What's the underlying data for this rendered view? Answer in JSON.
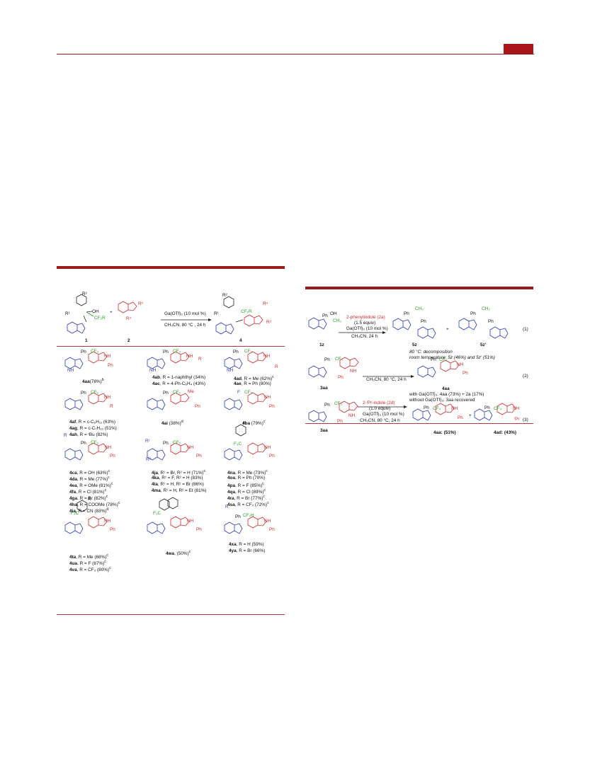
{
  "scheme2": {
    "reaction": {
      "reagent1": "1",
      "plus": "+",
      "reagent2": "2",
      "product": "4",
      "conditions_top": "Ga(OTf)₃ (10 mol %)",
      "conditions_bottom": "CH₃CN, 80 °C , 24 h",
      "sub_R1": "R¹",
      "sub_R2": "R²",
      "sub_R3": "R³",
      "sub_R4": "R⁴",
      "sub_OH": "OH",
      "sub_CF2R": "CF₂R",
      "sub_N": "N",
      "sub_H": "H"
    },
    "items": [
      {
        "id": "4aa",
        "text": "(78%)",
        "note": "b"
      },
      {
        "id": "4ab",
        "text": ", R = 1-naphthyl (34%)"
      },
      {
        "id": "4ac",
        "text": ", R = 4-Ph-C₆H₄ (43%)"
      },
      {
        "id": "4ad",
        "text": ", R = Me (62%)",
        "note": "c"
      },
      {
        "id": "4ae",
        "text": ", R = Ph (80%)"
      },
      {
        "id": "4af",
        "text": ", R = c-C₆H₁₁ (63%)"
      },
      {
        "id": "4ag",
        "text": ", R = c-C₇H₁₃ (51%)"
      },
      {
        "id": "4ah",
        "text": ", R = ᵗBu (82%)"
      },
      {
        "id": "4ai",
        "text": " (38%)",
        "note": "d"
      },
      {
        "id": "4ba",
        "text": " (79%)",
        "note": "c"
      },
      {
        "id": "4ca",
        "text": ", R = OH (63%)",
        "note": "c"
      },
      {
        "id": "4da",
        "text": ", R = Me (77%)",
        "note": "c"
      },
      {
        "id": "4ea",
        "text": ", R = OMe (81%)",
        "note": "c"
      },
      {
        "id": "4fa",
        "text": ", R = Cl (81%)",
        "note": "c"
      },
      {
        "id": "4ga",
        "text": ", R = Br (82%)",
        "note": "c"
      },
      {
        "id": "4ha",
        "text": ", R = COOMe (78%)",
        "note": "c"
      },
      {
        "id": "4ia",
        "text": ", R = CN (83%)",
        "note": "d"
      },
      {
        "id": "4ja",
        "text": ", R¹ = Br, R² = H (71%)",
        "note": "c"
      },
      {
        "id": "4ka",
        "text": ", R¹ = F, R² = H (83%)"
      },
      {
        "id": "4la",
        "text": ", R¹ = H, R² = Br (86%)"
      },
      {
        "id": "4ma",
        "text": ", R¹ = H, R² = Et (81%)"
      },
      {
        "id": "4na",
        "text": ", R = Me (73%)",
        "note": "c"
      },
      {
        "id": "4oa",
        "text": ", R = Ph (70%)"
      },
      {
        "id": "4pa",
        "text": ", R = F (85%)",
        "note": "c"
      },
      {
        "id": "4qa",
        "text": ", R = Cl (89%)",
        "note": "c"
      },
      {
        "id": "4ra",
        "text": ", R = Br (77%)",
        "note": "c"
      },
      {
        "id": "4sa",
        "text": ", R = CF₃ (72%)",
        "note": "c"
      },
      {
        "id": "4ta",
        "text": ", R = Me (68%)",
        "note": "c"
      },
      {
        "id": "4ua",
        "text": ", R = F (87%)",
        "note": "c"
      },
      {
        "id": "4va",
        "text": ", R = CF₃ (80%)",
        "note": "c"
      },
      {
        "id": "4wa",
        "text": ", (50%)",
        "note": "c"
      },
      {
        "id": "4xa",
        "text": ", R = H (59%)"
      },
      {
        "id": "4ya",
        "text": ", R = Br (66%)"
      }
    ],
    "struct_labels": {
      "Ph": "Ph",
      "CF3": "CF₃",
      "CF2H": "CF₂H",
      "NH": "NH",
      "N": "N",
      "H": "H",
      "R": "R",
      "R1": "R¹",
      "R2": "R²",
      "F3C": "F₃C",
      "Me": "Me",
      "F": "F"
    }
  },
  "scheme3": {
    "eq1": {
      "reactant": "1z",
      "reagent_red": "2-phenylindole (2a)",
      "equiv": "(1.5 equiv)",
      "catalyst": "Ga(OTf)₃ (10 mol %)",
      "solvent": "CH₃CN, 24 h",
      "product1": "5z",
      "product2": "5z'",
      "plus": "+",
      "number": "(1)",
      "note1": "80 °C: decomposition",
      "note2": "room temperature: 5z (46%) and 5z' (51%)",
      "ph": "Ph",
      "oh": "OH",
      "ch3": "CH₃",
      "nh": "NH",
      "h": "H"
    },
    "eq2": {
      "reactant": "3aa",
      "conditions": "CH₃CN, 80 °C, 24 h",
      "product": "4aa",
      "result1": "with Ga(OTf)₃: 4aa (73%) + 2a (17%)",
      "result2": "without Ga(OTf)₃: 3aa recovered",
      "number": "(2)"
    },
    "eq3": {
      "reactant": "3aa",
      "reagent_red": "2-ⁱPr-indole (2d)",
      "equiv": "(1.0 equiv)",
      "catalyst": "Ga(OTf)₃ (10 mol %)",
      "solvent": "CH₃CN, 80 °C, 24 h",
      "product1": "4aa: (51%)",
      "plus": "+",
      "product2": "4ad: (43%)",
      "number": "(3)",
      "ipr": "ⁱPr"
    }
  }
}
